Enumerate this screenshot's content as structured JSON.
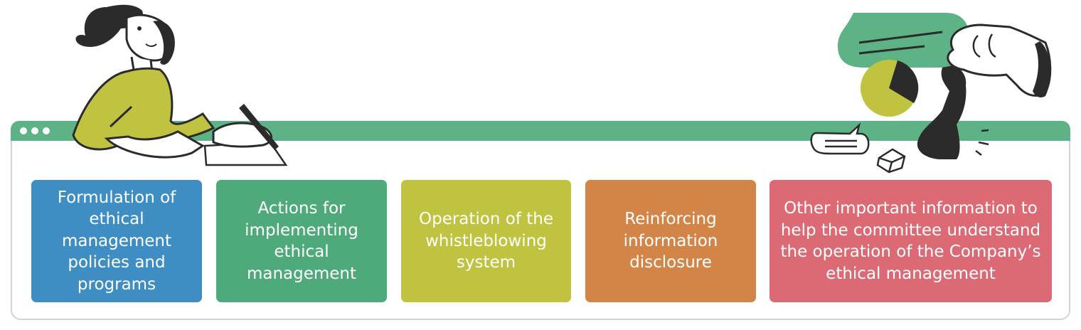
{
  "boxes": [
    {
      "label": "Formulation of ethical management policies and programs",
      "color": "#3e8dc3"
    },
    {
      "label": "Actions for implementing ethical management",
      "color": "#4faa7b"
    },
    {
      "label": "Operation of the whistleblowing system",
      "color": "#bfc33f"
    },
    {
      "label": "Reinforcing information disclosure",
      "color": "#d38447"
    },
    {
      "label": "Other important information to help the committee understand the operation of the Company’s ethical management",
      "color": "#dc6a75"
    }
  ],
  "colors": {
    "titlebar": "#5db286",
    "frame_border": "#cfd3d4",
    "ink": "#2b2b2b",
    "lime": "#bfc33f",
    "green": "#5db286"
  },
  "icons": [
    "window-dots-icon",
    "woman-writing-illustration",
    "chess-hand-illustration",
    "speech-bubble-icon",
    "pie-chart-icon",
    "cube-icon"
  ]
}
